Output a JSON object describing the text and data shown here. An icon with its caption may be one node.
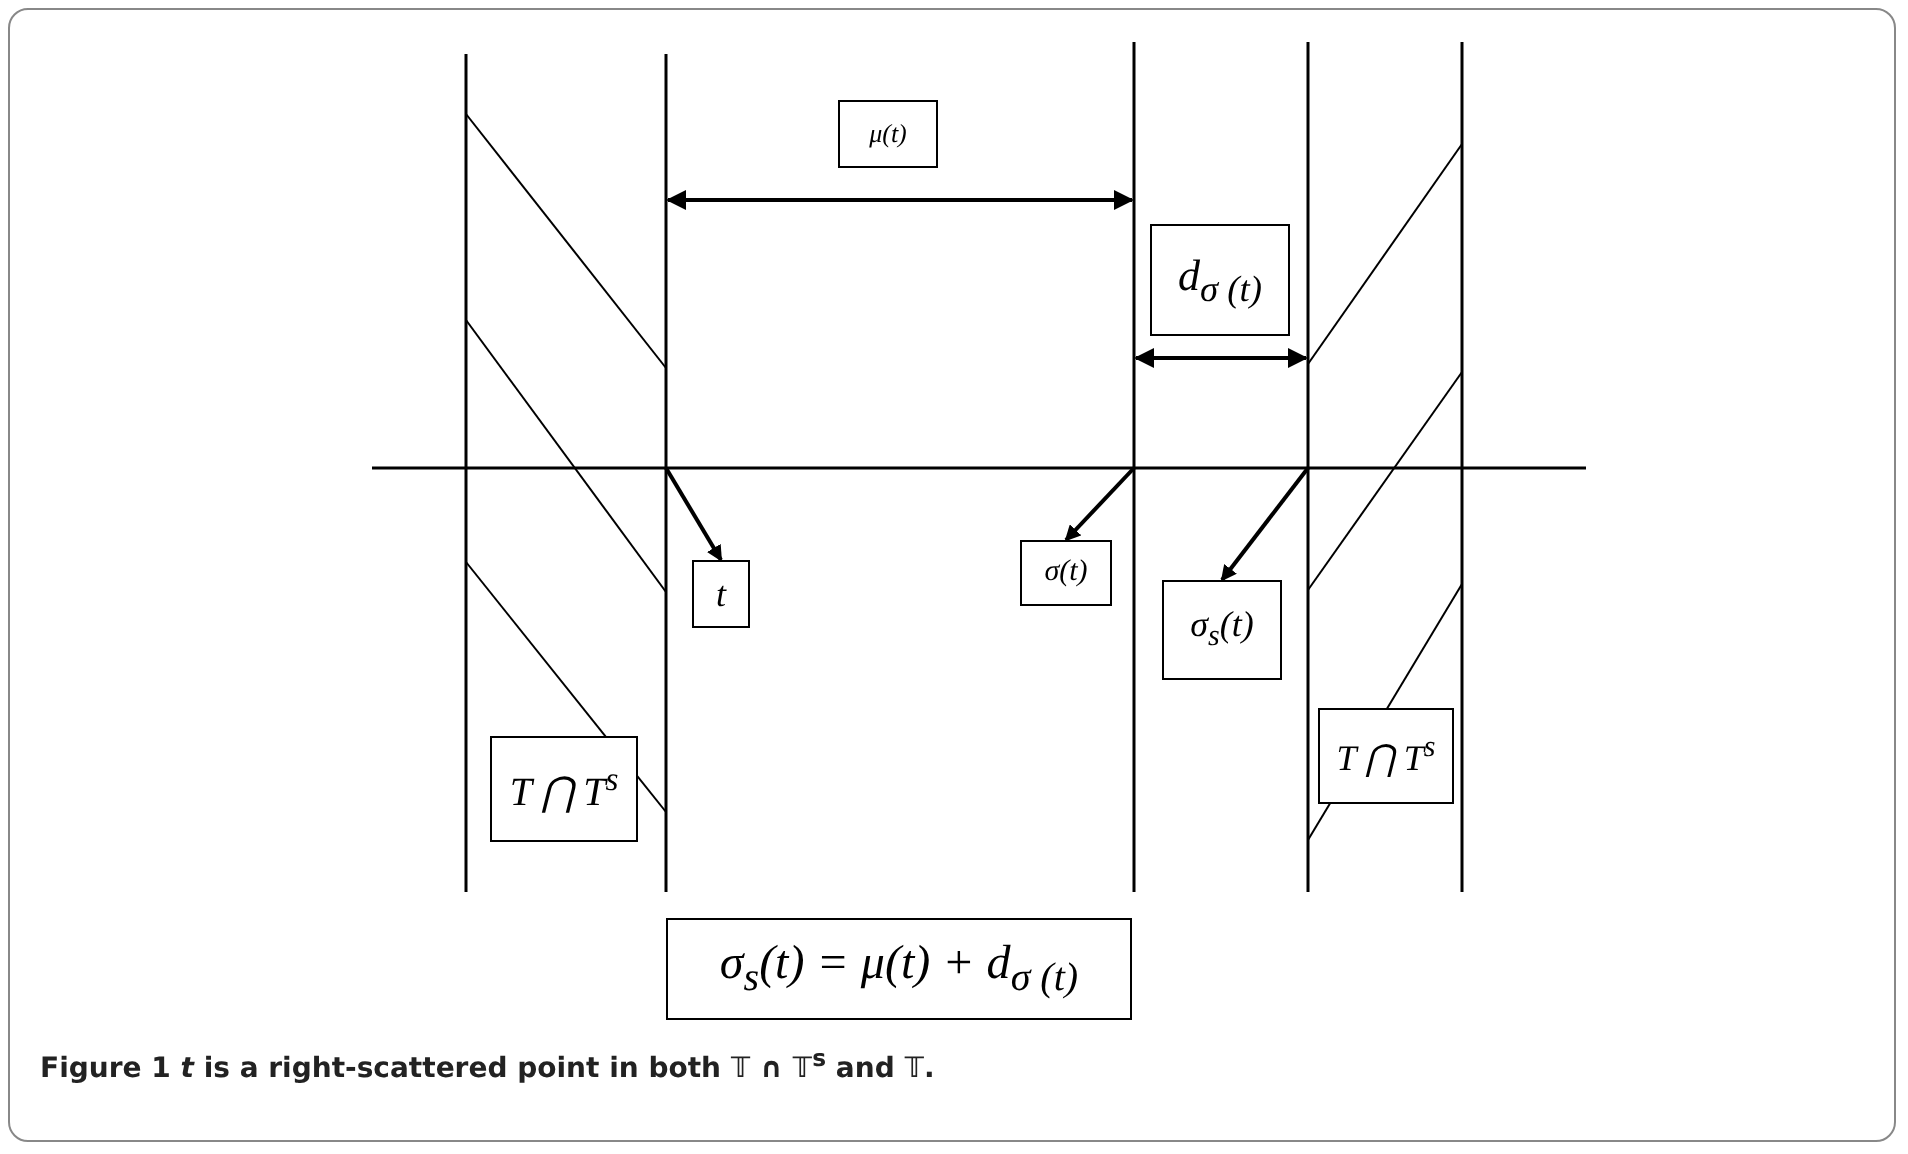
{
  "diagram": {
    "caption": "Figure 1 *t* is a right-scattered point in both 𝕋 ∩ 𝕋$^{s}$ and 𝕋.",
    "nodes": [
      {
        "text": [
          "μ(t)"
        ]
      },
      {
        "text": [
          "d$_{σ (t)}$"
        ]
      },
      {
        "text": [
          "t"
        ]
      },
      {
        "text": [
          "σ(t)"
        ]
      },
      {
        "text": [
          "σ$_{s}$(t)"
        ]
      },
      {
        "text": [
          "T ⋂ T$^{s}$"
        ]
      },
      {
        "text": [
          "T ⋂ T$^{s}$"
        ]
      },
      {
        "text": [
          "σ$_{s}$(t) = μ(t) + d$_{σ (t)}$"
        ]
      }
    ],
    "edges": [
      {
        "from": null,
        "to": 2,
        "arrow": "to"
      },
      {
        "from": null,
        "to": 3,
        "arrow": "to"
      },
      {
        "from": null,
        "to": 4,
        "arrow": "to"
      }
    ]
  }
}
